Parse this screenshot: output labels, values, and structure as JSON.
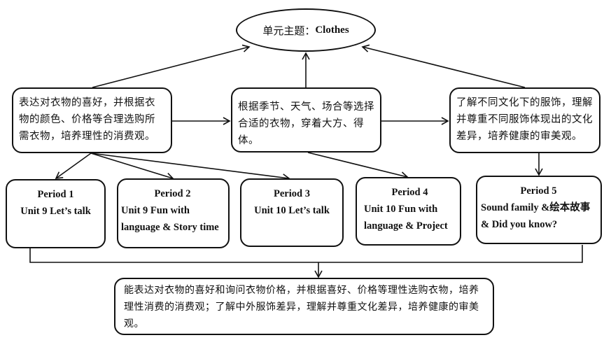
{
  "theme": {
    "prefix": "单元主题：",
    "title": "Clothes"
  },
  "goals": [
    {
      "text": "表达对衣物的喜好，并根据衣物的颜色、价格等合理选购所需衣物，培养理性的消费观。"
    },
    {
      "text": "根据季节、天气、场合等选择合适的衣物，穿着大方、得体。"
    },
    {
      "text": "了解不同文化下的服饰，理解并尊重不同服饰体现出的文化差异，培养健康的审美观。"
    }
  ],
  "periods": [
    {
      "title": "Period 1",
      "content": "Unit 9 Let’s talk"
    },
    {
      "title": "Period 2",
      "content": "Unit 9 Fun with language & Story time"
    },
    {
      "title": "Period 3",
      "content": "Unit 10 Let’s talk"
    },
    {
      "title": "Period 4",
      "content": "Unit 10 Fun with language & Project"
    },
    {
      "title": "Period 5",
      "content": "Sound family &绘本故事 & Did you know?"
    }
  ],
  "summary": {
    "text": "能表达对衣物的喜好和询问衣物价格，并根据喜好、价格等理性选购衣物，培养理性消费的消费观；了解中外服饰差异，理解并尊重文化差异，培养健康的审美观。"
  }
}
